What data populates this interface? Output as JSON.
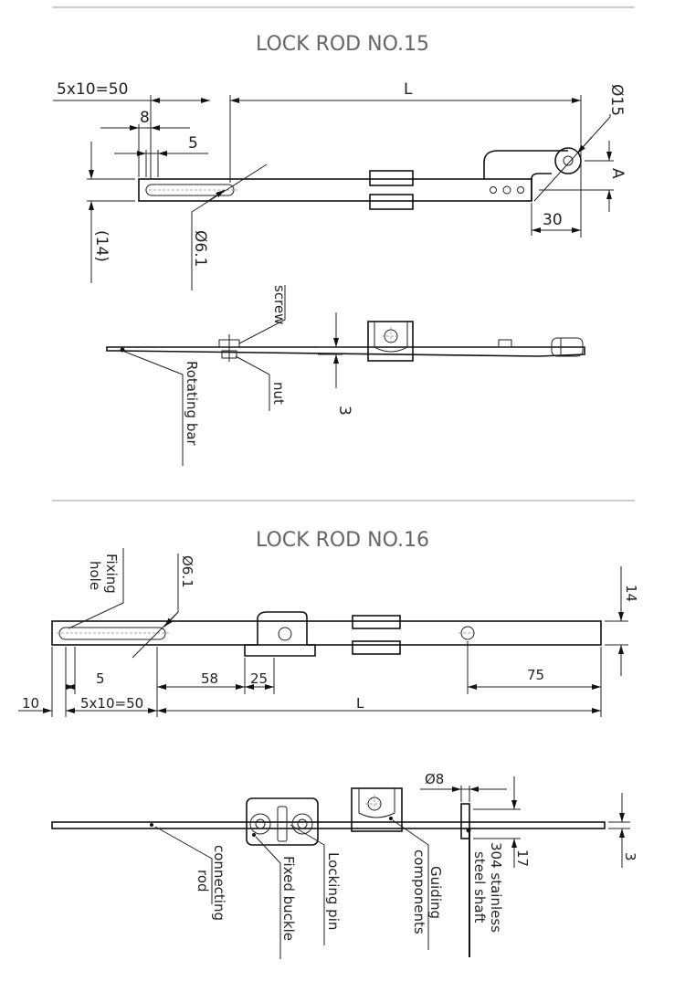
{
  "section1": {
    "title": "LOCK ROD NO.15",
    "dims": {
      "pitch": "5x10=50",
      "length": "L",
      "d15": "Ø15",
      "eight": "8",
      "five": "5",
      "fourteen": "(14)",
      "d61": "Ø6.1",
      "a": "A",
      "thirty": "30",
      "three": "3"
    },
    "labels": {
      "screw": "screw",
      "nut": "nut",
      "rotating_bar": "Rotating bar"
    }
  },
  "section2": {
    "title": "LOCK ROD NO.16",
    "dims": {
      "fourteen": "14",
      "d61": "Ø6.1",
      "five": "5",
      "fiftyeight": "58",
      "twentyfive": "25",
      "seventyfive": "75",
      "ten": "10",
      "pitch": "5x10=50",
      "length": "L",
      "d8": "Ø8",
      "seventeen": "17",
      "three": "3"
    },
    "labels": {
      "fixing_hole_1": "Fixing",
      "fixing_hole_2": "hole",
      "connecting_rod_1": "connecting",
      "connecting_rod_2": "rod",
      "fixed_buckle": "Fixed buckle",
      "locking_pin": "Locking pin",
      "guiding_1": "Guiding",
      "guiding_2": "components",
      "shaft_1": "304 stainless",
      "shaft_2": "steel  shaft"
    }
  }
}
